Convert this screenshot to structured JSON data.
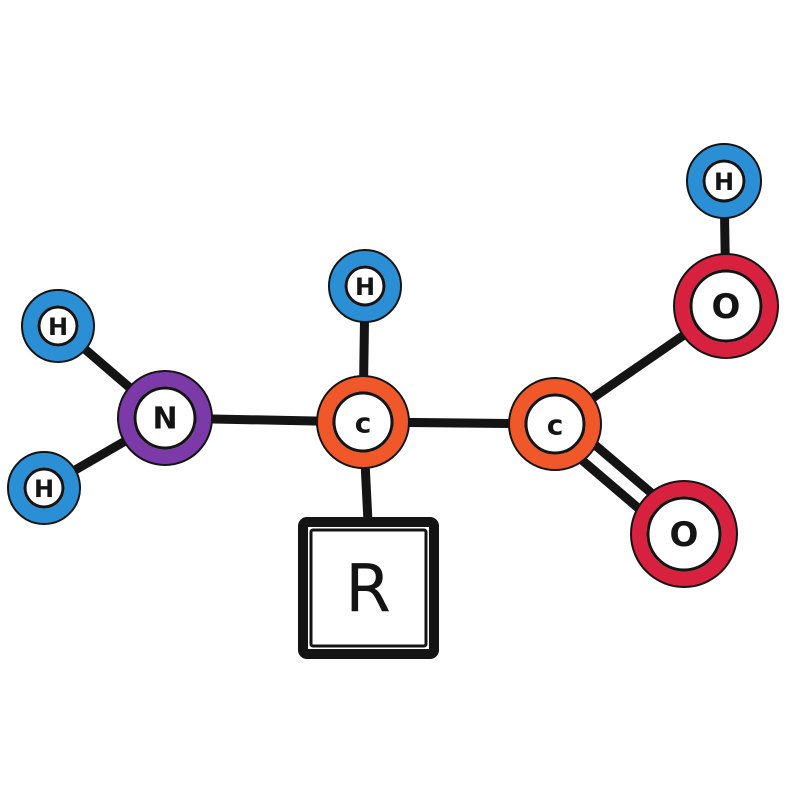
{
  "colors": {
    "hydrogen": "#2a8fd4",
    "nitrogen": "#7b3aa8",
    "carbon": "#f0582a",
    "oxygen": "#d8213f",
    "ink": "#141414"
  },
  "atoms": [
    {
      "id": "h-n-top",
      "label": "H",
      "element": "hydrogen"
    },
    {
      "id": "h-n-bottom",
      "label": "H",
      "element": "hydrogen"
    },
    {
      "id": "n",
      "label": "N",
      "element": "nitrogen"
    },
    {
      "id": "h-alpha",
      "label": "H",
      "element": "hydrogen"
    },
    {
      "id": "c-alpha",
      "label": "c",
      "element": "carbon"
    },
    {
      "id": "c-carboxyl",
      "label": "c",
      "element": "carbon"
    },
    {
      "id": "o-hydroxyl",
      "label": "O",
      "element": "oxygen"
    },
    {
      "id": "h-hydroxyl",
      "label": "H",
      "element": "hydrogen"
    },
    {
      "id": "o-carbonyl",
      "label": "O",
      "element": "oxygen"
    }
  ],
  "side_chain": {
    "label": "R"
  },
  "bonds": [
    {
      "from": "h-n-top",
      "to": "n",
      "order": 1
    },
    {
      "from": "h-n-bottom",
      "to": "n",
      "order": 1
    },
    {
      "from": "n",
      "to": "c-alpha",
      "order": 1
    },
    {
      "from": "h-alpha",
      "to": "c-alpha",
      "order": 1
    },
    {
      "from": "c-alpha",
      "to": "r-group",
      "order": 1
    },
    {
      "from": "c-alpha",
      "to": "c-carboxyl",
      "order": 1
    },
    {
      "from": "c-carboxyl",
      "to": "o-hydroxyl",
      "order": 1
    },
    {
      "from": "o-hydroxyl",
      "to": "h-hydroxyl",
      "order": 1
    },
    {
      "from": "c-carboxyl",
      "to": "o-carbonyl",
      "order": 2
    }
  ]
}
